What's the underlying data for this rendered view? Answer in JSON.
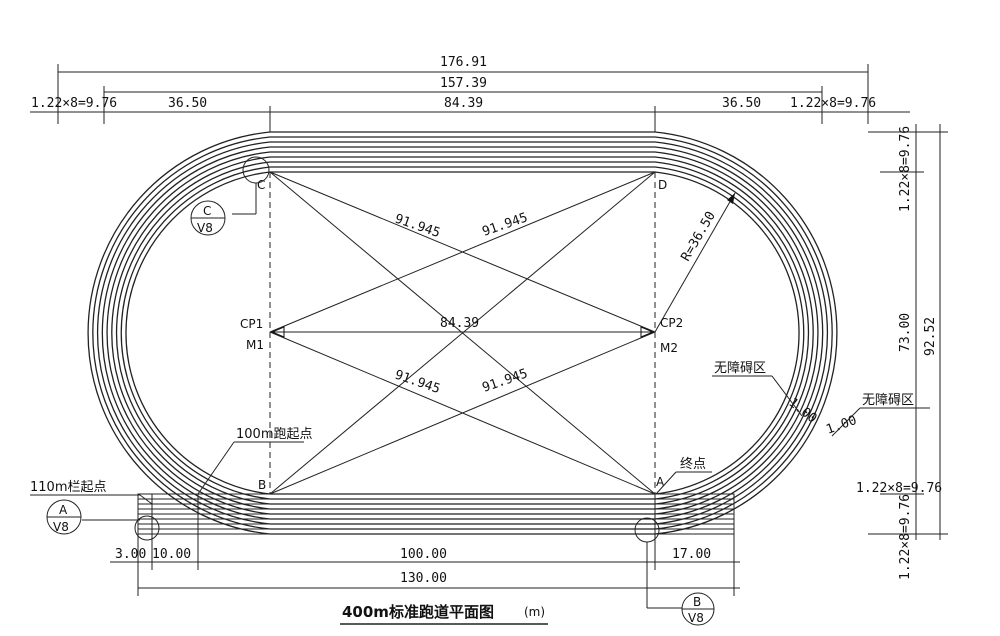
{
  "title": {
    "main": "400m标准跑道平面图",
    "unit": "(m)"
  },
  "dimensions": {
    "total_width": "176.91",
    "track_width": "157.39",
    "lane_width_left": "1.22×8=9.76",
    "radius_left": "36.50",
    "straight": "84.39",
    "radius_right": "36.50",
    "lane_width_right": "1.22×8=9.76",
    "lane_width_top_v": "1.22×8=9.76",
    "inner_height_v": "73.00",
    "total_height_v": "92.52",
    "lane_width_bottom_v1": "1.22×8=9.76",
    "lane_width_bottom_v2": "1.22×8=9.76",
    "bottom_3": "3.00",
    "bottom_10": "10.00",
    "bottom_100": "100.00",
    "bottom_17": "17.00",
    "bottom_130": "130.00"
  },
  "points": {
    "A": "A",
    "B": "B",
    "C": "C",
    "D": "D",
    "cp1": "CP1",
    "m1": "M1",
    "cp2": "CP2",
    "m2": "M2"
  },
  "measures": {
    "diag_1": "91.945",
    "diag_2": "91.945",
    "diag_3": "91.945",
    "diag_4": "91.945",
    "center_dist": "84.39",
    "radius": "R=36.50",
    "inner_clear": "1.00",
    "outer_clear": "1.00"
  },
  "annotations": {
    "start_100m": "100m跑起点",
    "start_110m": "110m栏起点",
    "finish": "终点",
    "no_obstacle_1": "无障碍区",
    "no_obstacle_2": "无障碍区"
  },
  "callouts": {
    "c_top": "C",
    "c_bottom": "V8",
    "a_top": "A",
    "a_bottom": "V8",
    "b_top": "B",
    "b_bottom": "V8"
  }
}
